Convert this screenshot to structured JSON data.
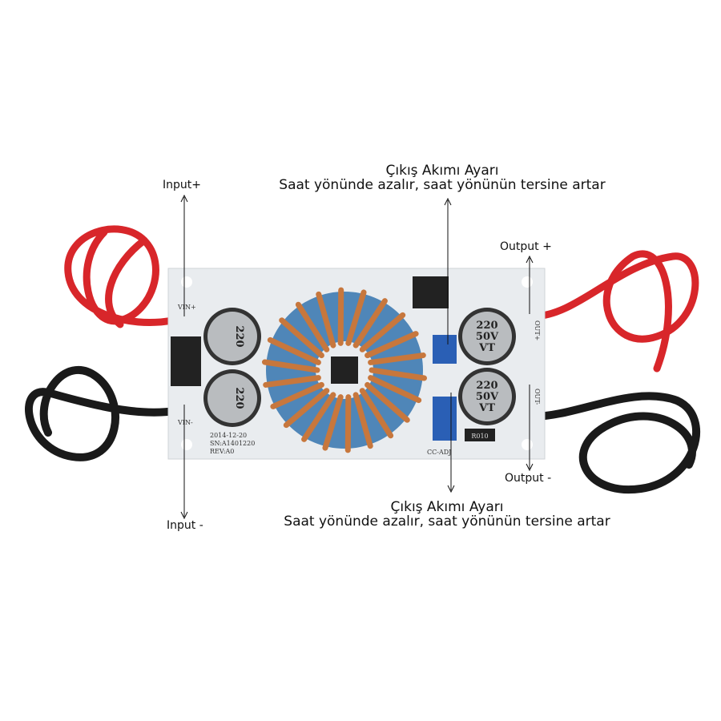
{
  "labels": {
    "input_plus": "Input+",
    "input_minus": "Input -",
    "output_plus": "Output +",
    "output_minus": "Output -"
  },
  "annotations": {
    "top": {
      "title": "Çıkış Akımı Ayarı",
      "text": "Saat yönünde azalır, saat yönünün tersine artar"
    },
    "bottom": {
      "title": "Çıkış Akımı Ayarı",
      "text": "Saat yönünde azalır, saat yönünün tersine artar"
    }
  },
  "board": {
    "vin_plus": "VIN+",
    "vin_minus": "VIN-",
    "out_plus": "OUT+",
    "out_minus": "OUT-",
    "date": "2014-12-20",
    "serial": "SN:A1401220",
    "rev": "REV:A0",
    "cc_adj": "CC-ADJ",
    "resistor": "R010",
    "capacitor_value": "220",
    "capacitor_voltage": "50V",
    "capacitor_series": "VT"
  },
  "colors": {
    "red_wire": "#d8262a",
    "black_wire": "#1a1a1a",
    "board": "#e9ecef",
    "inductor": "#4f86b8",
    "copper": "#c7773d"
  }
}
